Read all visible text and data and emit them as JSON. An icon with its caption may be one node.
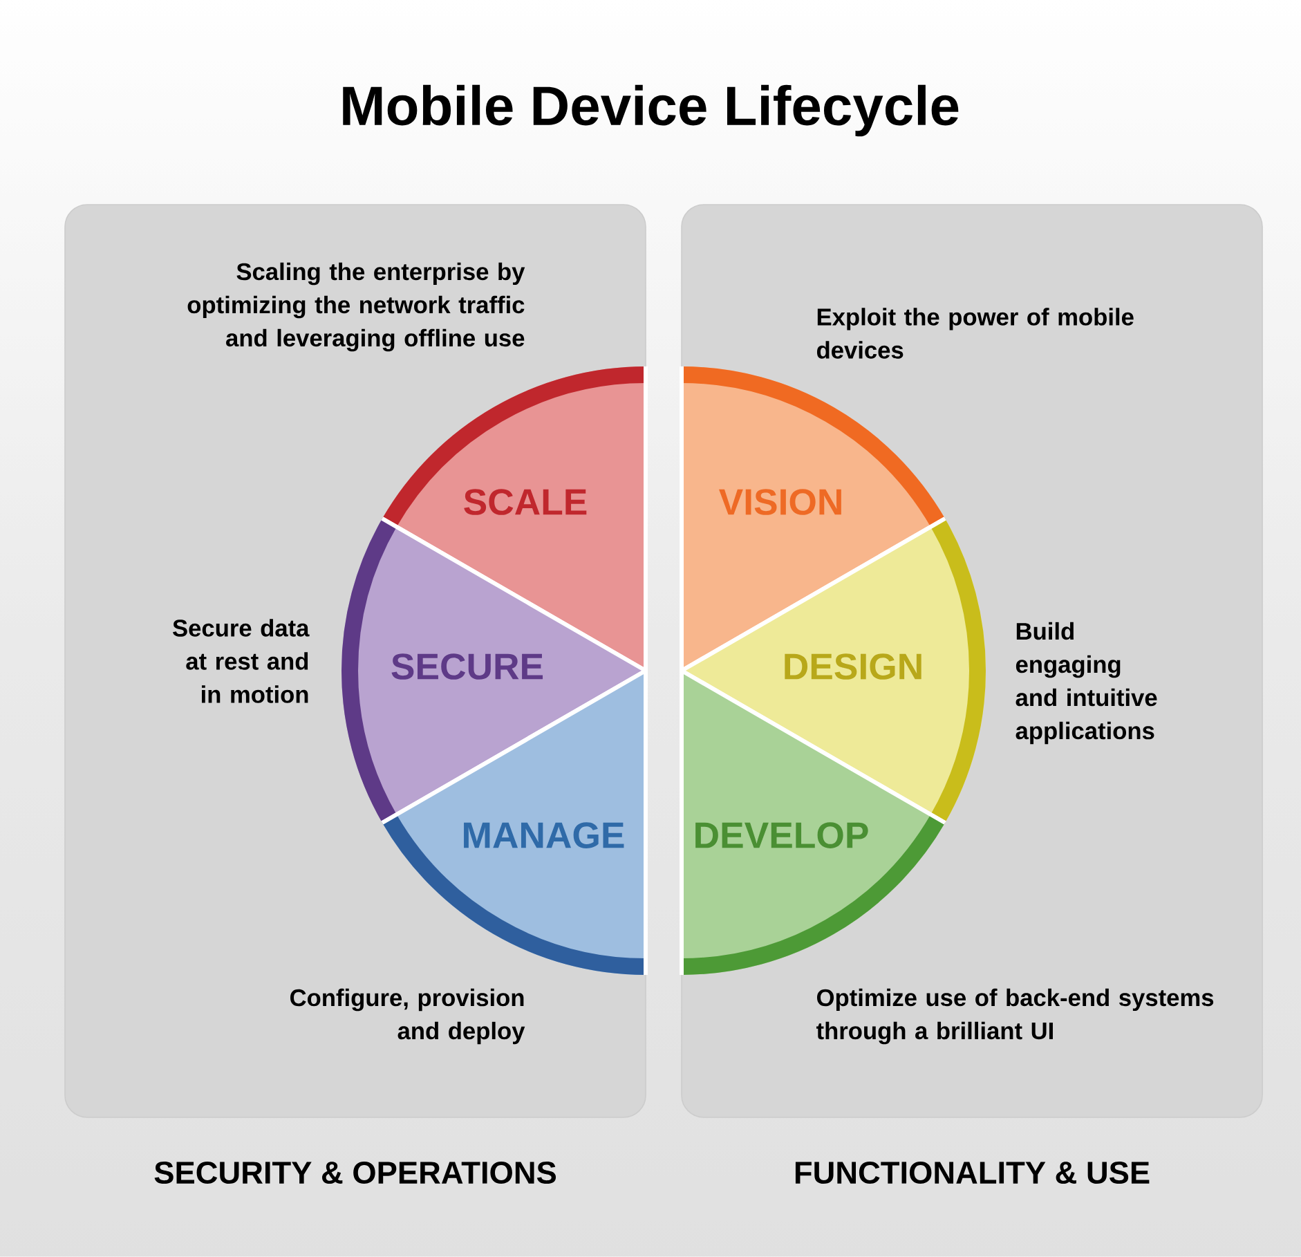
{
  "diagram": {
    "title": "Mobile Device Lifecycle",
    "nodes": [
      {
        "text": [
          "SECURITY & OPERATIONS"
        ]
      },
      {
        "text": [
          "SCALE"
        ],
        "in": 0,
        "beside": [
          "Scaling the enterprise by optimizing the network traffic and leveraging offline use"
        ]
      },
      {
        "text": [
          "SECURE"
        ],
        "in": 0,
        "beside": [
          "Secure data at rest and in motion"
        ]
      },
      {
        "text": [
          "MANAGE"
        ],
        "in": 0,
        "beside": [
          "Configure, provision and deploy"
        ]
      },
      {
        "text": [
          "FUNCTIONALITY & USE"
        ]
      },
      {
        "text": [
          "VISION"
        ],
        "in": 4,
        "beside": [
          "Exploit the power of mobile devices"
        ]
      },
      {
        "text": [
          "DESIGN"
        ],
        "in": 4,
        "beside": [
          "Build engaging and intuitive applications"
        ]
      },
      {
        "text": [
          "DEVELOP"
        ],
        "in": 4,
        "beside": [
          "Optimize use of back-end systems through a brilliant UI"
        ]
      }
    ]
  }
}
